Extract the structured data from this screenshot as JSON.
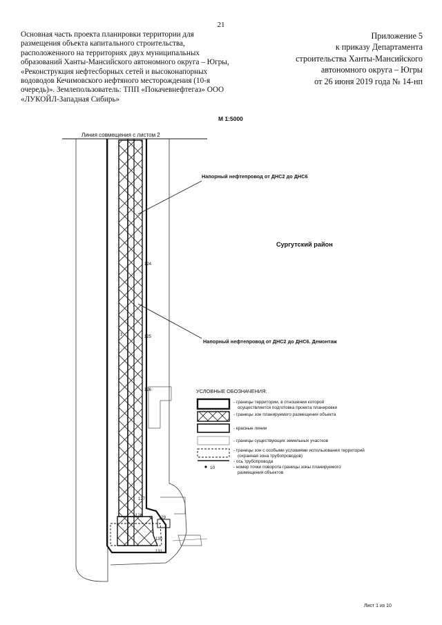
{
  "page_number": "21",
  "header_left": {
    "lines": [
      "Основная часть проекта планировки территории для",
      "размещения объекта капитального строительства,",
      "расположенного на территориях двух муниципальных",
      "образований Ханты-Мансийского автономного округа – Югры,",
      "«Реконструкция нефтесборных сетей и высоконапорных",
      "водоводов Кечимовского нефтяного месторождения (10-я",
      "очередь)». Землепользователь: ТПП «Покачевнефтегаз» ООО",
      "«ЛУКОЙЛ-Западная Сибирь»"
    ]
  },
  "header_right": {
    "lines": [
      "Приложение 5",
      "к приказу Департамента",
      "строительства Ханты-Мансийского",
      "автономного округа – Югры",
      "от 26 июня 2019 года № 14-нп"
    ]
  },
  "map": {
    "scale": "М 1:5000",
    "match_line": "Линия совмещения с листом 2",
    "district": "Сургутский район",
    "pipeline_1": "Напорный нефтепровод от ДНС2 до ДНС6",
    "pipeline_2": "Напорный нефтепровод от ДНС2 до ДНС6. Демонтаж",
    "points": [
      "124",
      "125",
      "126",
      "127",
      "128",
      "129",
      "130",
      "131"
    ],
    "point_3": "3"
  },
  "legend": {
    "title": "УСЛОВНЫЕ ОБОЗНАЧЕНИЯ:",
    "item1": [
      "- границы территории, в отношении которой",
      "осуществляется подготовка проекта планировки"
    ],
    "item2": "- границы зон планируемого размещения объекта",
    "item3": "- красные линии",
    "item4": "- границы существующих земельных участков",
    "item5": [
      "- границы зон с особыми условиями использования территорий",
      "(охранная зона трубопроводов)"
    ],
    "item6": "- ось трубопровода",
    "item7": [
      "- номер точки поворота границы зоны планируемого",
      "размещения объектов"
    ],
    "item7_symbol": "10"
  },
  "sheet_label": "Лист 1 из 10"
}
